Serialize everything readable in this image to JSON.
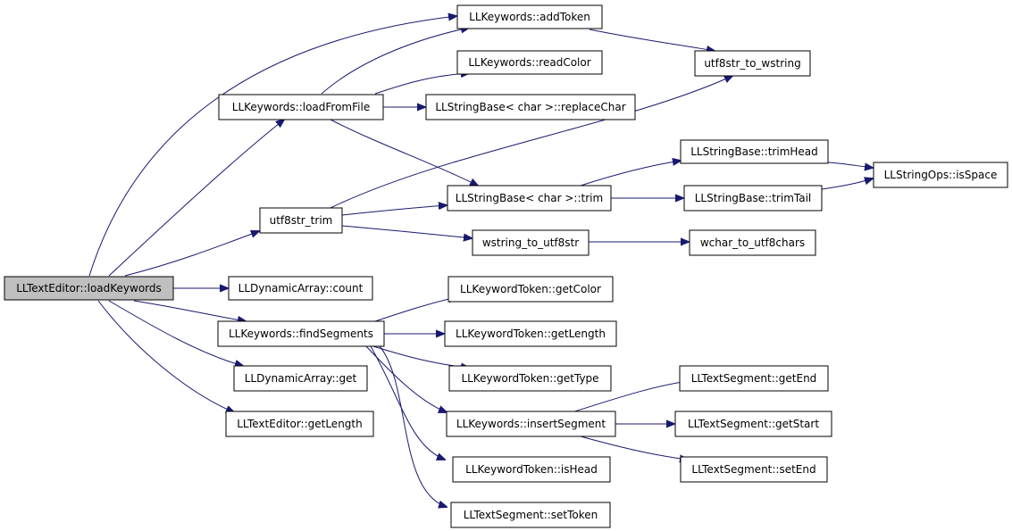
{
  "graph": {
    "nodes": {
      "loadKeywords": "LLTextEditor::loadKeywords",
      "addToken": "LLKeywords::addToken",
      "readColor": "LLKeywords::readColor",
      "loadFromFile": "LLKeywords::loadFromFile",
      "replaceChar": "LLStringBase< char >::replaceChar",
      "utf8strToWstring": "utf8str_to_wstring",
      "trimHead": "LLStringBase::trimHead",
      "isSpace": "LLStringOps::isSpace",
      "utf8strTrim": "utf8str_trim",
      "trim": "LLStringBase< char >::trim",
      "trimTail": "LLStringBase::trimTail",
      "wstringToUtf8str": "wstring_to_utf8str",
      "wcharToUtf8chars": "wchar_to_utf8chars",
      "count": "LLDynamicArray::count",
      "getColor": "LLKeywordToken::getColor",
      "findSegments": "LLKeywords::findSegments",
      "getLengthTok": "LLKeywordToken::getLength",
      "get": "LLDynamicArray::get",
      "getType": "LLKeywordToken::getType",
      "getEnd": "LLTextSegment::getEnd",
      "insertSegment": "LLKeywords::insertSegment",
      "getStart": "LLTextSegment::getStart",
      "getLengthEditor": "LLTextEditor::getLength",
      "isHead": "LLKeywordToken::isHead",
      "setEnd": "LLTextSegment::setEnd",
      "setToken": "LLTextSegment::setToken"
    },
    "colors": {
      "edge": "#191970",
      "root_fill": "#bfbfbf",
      "node_fill": "#ffffff",
      "node_stroke": "#000000"
    }
  }
}
